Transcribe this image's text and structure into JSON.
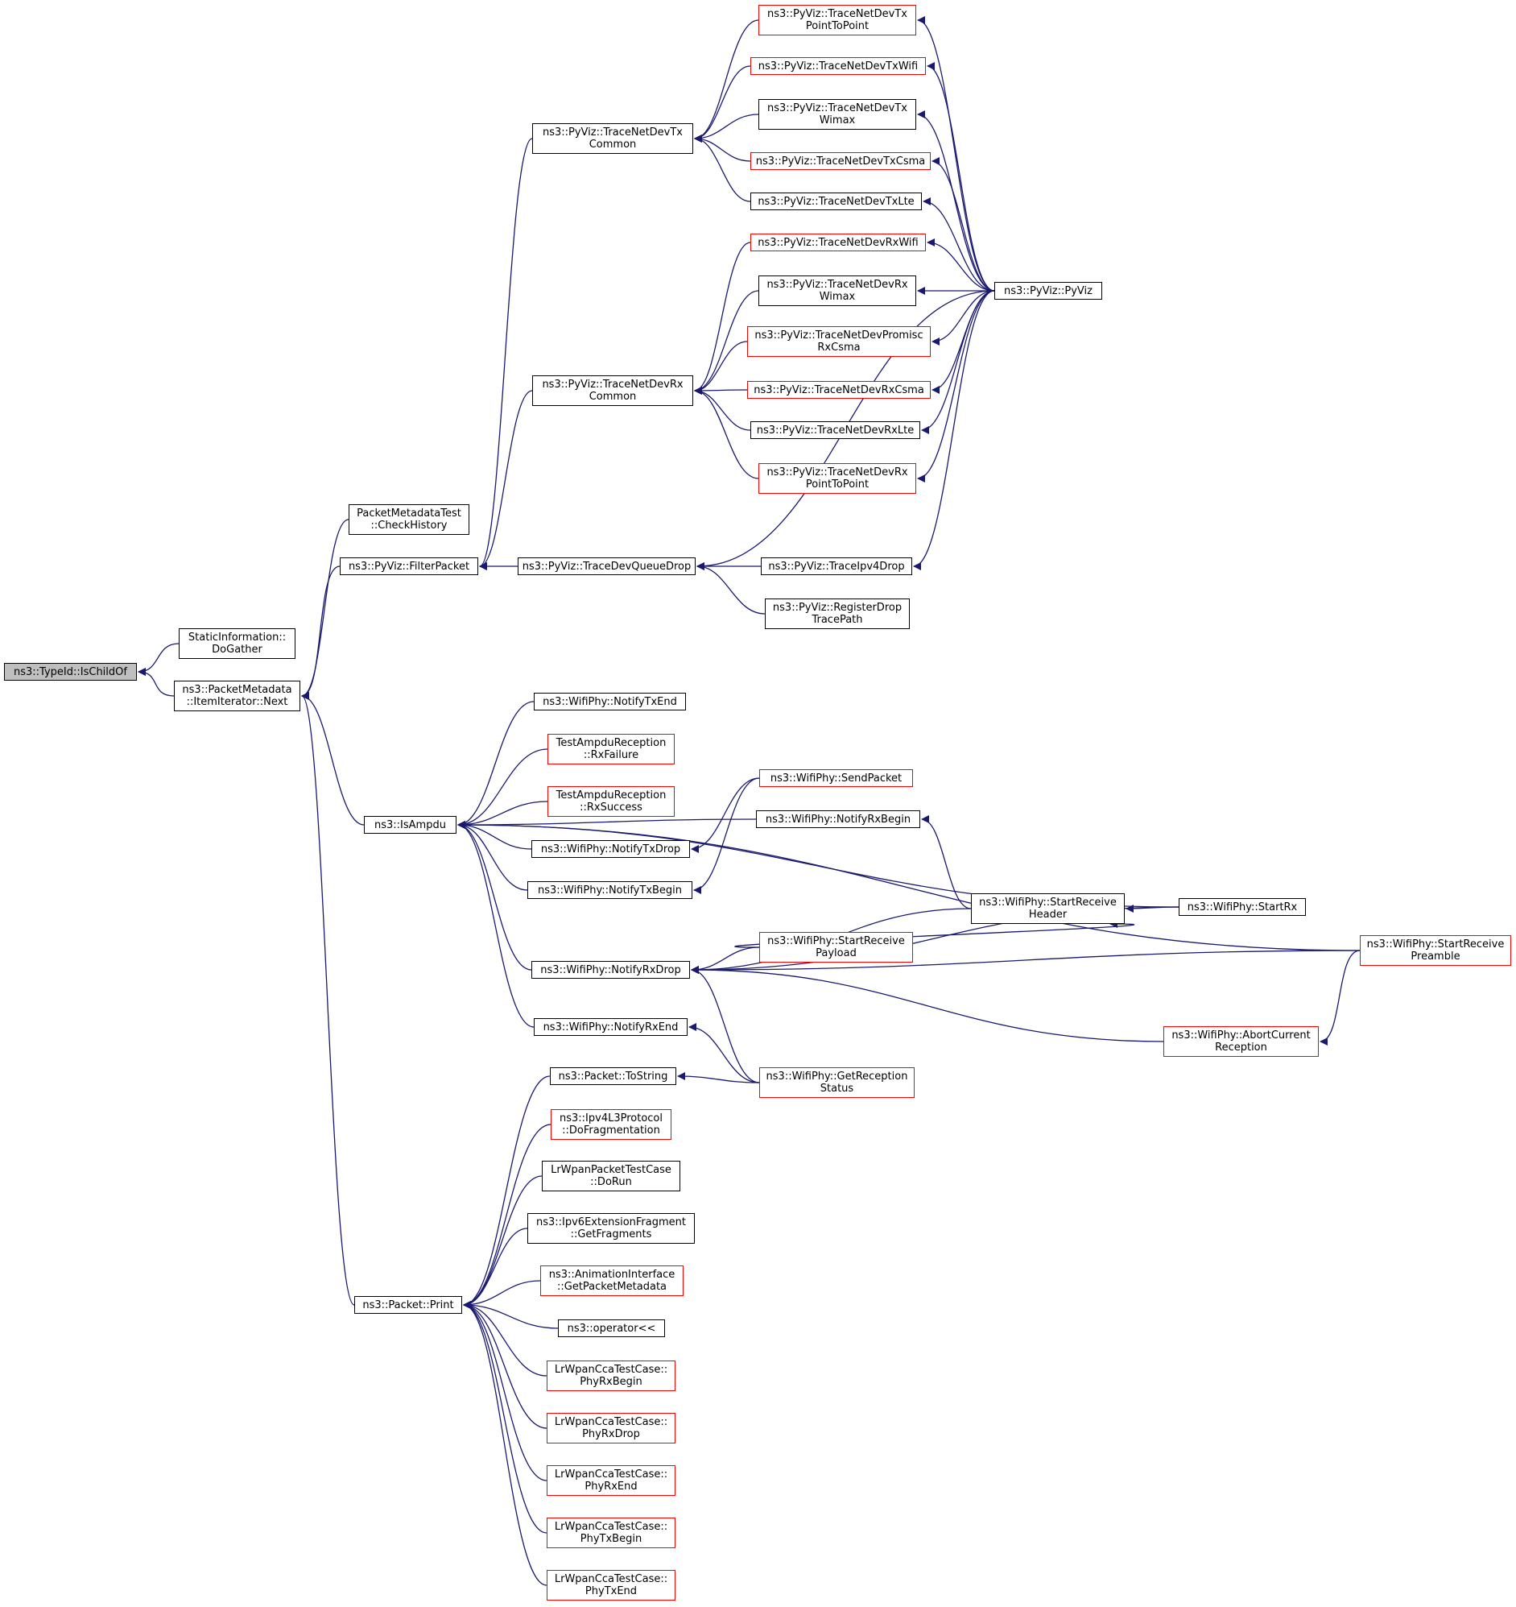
{
  "colors": {
    "edge": "#191970",
    "border": "#000000",
    "border_red": "#ff0000",
    "root_fill": "#bfbfbf"
  },
  "nodes": [
    {
      "id": "n0",
      "label": "ns3::TypeId::IsChildOf",
      "style": "root"
    },
    {
      "id": "n1",
      "label": "StaticInformation::\nDoGather",
      "style": "black"
    },
    {
      "id": "n2",
      "label": "ns3::PacketMetadata\n::ItemIterator::Next",
      "style": "black"
    },
    {
      "id": "n3",
      "label": "PacketMetadataTest\n::CheckHistory",
      "style": "black"
    },
    {
      "id": "n4",
      "label": "ns3::PyViz::FilterPacket",
      "style": "black"
    },
    {
      "id": "n5",
      "label": "ns3::IsAmpdu",
      "style": "black"
    },
    {
      "id": "n6",
      "label": "ns3::Packet::Print",
      "style": "black"
    },
    {
      "id": "n7",
      "label": "ns3::PyViz::TraceNetDevTx\nCommon",
      "style": "black"
    },
    {
      "id": "n8",
      "label": "ns3::PyViz::TraceNetDevRx\nCommon",
      "style": "black"
    },
    {
      "id": "n9",
      "label": "ns3::PyViz::TraceDevQueueDrop",
      "style": "black"
    },
    {
      "id": "n10",
      "label": "ns3::PyViz::TraceNetDevTx\nPointToPoint",
      "style": "red"
    },
    {
      "id": "n11",
      "label": "ns3::PyViz::TraceNetDevTxWifi",
      "style": "red"
    },
    {
      "id": "n12",
      "label": "ns3::PyViz::TraceNetDevTx\nWimax",
      "style": "black"
    },
    {
      "id": "n13",
      "label": "ns3::PyViz::TraceNetDevTxCsma",
      "style": "red"
    },
    {
      "id": "n14",
      "label": "ns3::PyViz::TraceNetDevTxLte",
      "style": "black"
    },
    {
      "id": "n15",
      "label": "ns3::PyViz::TraceNetDevRxWifi",
      "style": "red"
    },
    {
      "id": "n16",
      "label": "ns3::PyViz::TraceNetDevRx\nWimax",
      "style": "black"
    },
    {
      "id": "n17",
      "label": "ns3::PyViz::TraceNetDevPromisc\nRxCsma",
      "style": "red"
    },
    {
      "id": "n18",
      "label": "ns3::PyViz::TraceNetDevRxCsma",
      "style": "red"
    },
    {
      "id": "n19",
      "label": "ns3::PyViz::TraceNetDevRxLte",
      "style": "black"
    },
    {
      "id": "n20",
      "label": "ns3::PyViz::TraceNetDevRx\nPointToPoint",
      "style": "red"
    },
    {
      "id": "n21",
      "label": "ns3::PyViz::PyViz",
      "style": "black"
    },
    {
      "id": "n22",
      "label": "ns3::PyViz::TraceIpv4Drop",
      "style": "black"
    },
    {
      "id": "n23",
      "label": "ns3::PyViz::RegisterDrop\nTracePath",
      "style": "black"
    },
    {
      "id": "n24",
      "label": "ns3::WifiPhy::NotifyTxEnd",
      "style": "black"
    },
    {
      "id": "n25",
      "label": "TestAmpduReception\n::RxFailure",
      "style": "red"
    },
    {
      "id": "n26",
      "label": "TestAmpduReception\n::RxSuccess",
      "style": "red"
    },
    {
      "id": "n27",
      "label": "ns3::WifiPhy::NotifyTxDrop",
      "style": "black"
    },
    {
      "id": "n28",
      "label": "ns3::WifiPhy::NotifyTxBegin",
      "style": "black"
    },
    {
      "id": "n29",
      "label": "ns3::WifiPhy::NotifyRxDrop",
      "style": "black"
    },
    {
      "id": "n30",
      "label": "ns3::WifiPhy::NotifyRxEnd",
      "style": "black"
    },
    {
      "id": "n31",
      "label": "ns3::WifiPhy::SendPacket",
      "style": "red"
    },
    {
      "id": "n32",
      "label": "ns3::WifiPhy::NotifyRxBegin",
      "style": "black"
    },
    {
      "id": "n33",
      "label": "ns3::WifiPhy::StartReceive\nHeader",
      "style": "black"
    },
    {
      "id": "n34",
      "label": "ns3::WifiPhy::StartRx",
      "style": "black"
    },
    {
      "id": "n35",
      "label": "ns3::WifiPhy::StartReceive\nPreamble",
      "style": "red"
    },
    {
      "id": "n36",
      "label": "ns3::WifiPhy::StartReceive\nPayload",
      "style": "red"
    },
    {
      "id": "n37",
      "label": "ns3::WifiPhy::AbortCurrent\nReception",
      "style": "red"
    },
    {
      "id": "n38",
      "label": "ns3::WifiPhy::GetReception\nStatus",
      "style": "red"
    },
    {
      "id": "n39",
      "label": "ns3::Packet::ToString",
      "style": "black"
    },
    {
      "id": "n40",
      "label": "ns3::Ipv4L3Protocol\n::DoFragmentation",
      "style": "red"
    },
    {
      "id": "n41",
      "label": "LrWpanPacketTestCase\n::DoRun",
      "style": "black"
    },
    {
      "id": "n42",
      "label": "ns3::Ipv6ExtensionFragment\n::GetFragments",
      "style": "black"
    },
    {
      "id": "n43",
      "label": "ns3::AnimationInterface\n::GetPacketMetadata",
      "style": "red"
    },
    {
      "id": "n44",
      "label": "ns3::operator<<",
      "style": "black"
    },
    {
      "id": "n45",
      "label": "LrWpanCcaTestCase::\nPhyRxBegin",
      "style": "red"
    },
    {
      "id": "n46",
      "label": "LrWpanCcaTestCase::\nPhyRxDrop",
      "style": "red"
    },
    {
      "id": "n47",
      "label": "LrWpanCcaTestCase::\nPhyRxEnd",
      "style": "red"
    },
    {
      "id": "n48",
      "label": "LrWpanCcaTestCase::\nPhyTxBegin",
      "style": "red"
    },
    {
      "id": "n49",
      "label": "LrWpanCcaTestCase::\nPhyTxEnd",
      "style": "red"
    }
  ],
  "edges": [
    [
      "n1",
      "n0"
    ],
    [
      "n2",
      "n0"
    ],
    [
      "n3",
      "n2"
    ],
    [
      "n4",
      "n2"
    ],
    [
      "n5",
      "n2"
    ],
    [
      "n6",
      "n2"
    ],
    [
      "n7",
      "n4"
    ],
    [
      "n8",
      "n4"
    ],
    [
      "n9",
      "n4"
    ],
    [
      "n10",
      "n7"
    ],
    [
      "n11",
      "n7"
    ],
    [
      "n12",
      "n7"
    ],
    [
      "n13",
      "n7"
    ],
    [
      "n14",
      "n7"
    ],
    [
      "n15",
      "n8"
    ],
    [
      "n16",
      "n8"
    ],
    [
      "n17",
      "n8"
    ],
    [
      "n18",
      "n8"
    ],
    [
      "n19",
      "n8"
    ],
    [
      "n20",
      "n8"
    ],
    [
      "n21",
      "n9"
    ],
    [
      "n22",
      "n9"
    ],
    [
      "n23",
      "n9"
    ],
    [
      "n21",
      "n10"
    ],
    [
      "n21",
      "n11"
    ],
    [
      "n21",
      "n12"
    ],
    [
      "n21",
      "n13"
    ],
    [
      "n21",
      "n14"
    ],
    [
      "n21",
      "n15"
    ],
    [
      "n21",
      "n16"
    ],
    [
      "n21",
      "n17"
    ],
    [
      "n21",
      "n18"
    ],
    [
      "n21",
      "n19"
    ],
    [
      "n21",
      "n20"
    ],
    [
      "n21",
      "n22"
    ],
    [
      "n24",
      "n5"
    ],
    [
      "n25",
      "n5"
    ],
    [
      "n26",
      "n5"
    ],
    [
      "n27",
      "n5"
    ],
    [
      "n28",
      "n5"
    ],
    [
      "n29",
      "n5"
    ],
    [
      "n30",
      "n5"
    ],
    [
      "n35",
      "n5"
    ],
    [
      "n34",
      "n5"
    ],
    [
      "n32",
      "n5"
    ],
    [
      "n31",
      "n27"
    ],
    [
      "n31",
      "n28"
    ],
    [
      "n33",
      "n32"
    ],
    [
      "n34",
      "n33"
    ],
    [
      "n36",
      "n33"
    ],
    [
      "n33",
      "n29"
    ],
    [
      "n34",
      "n29"
    ],
    [
      "n35",
      "n29"
    ],
    [
      "n36",
      "n29"
    ],
    [
      "n37",
      "n29"
    ],
    [
      "n38",
      "n29"
    ],
    [
      "n35",
      "n37"
    ],
    [
      "n38",
      "n30"
    ],
    [
      "n38",
      "n39"
    ],
    [
      "n39",
      "n6"
    ],
    [
      "n40",
      "n6"
    ],
    [
      "n41",
      "n6"
    ],
    [
      "n42",
      "n6"
    ],
    [
      "n43",
      "n6"
    ],
    [
      "n44",
      "n6"
    ],
    [
      "n45",
      "n6"
    ],
    [
      "n46",
      "n6"
    ],
    [
      "n47",
      "n6"
    ],
    [
      "n48",
      "n6"
    ],
    [
      "n49",
      "n6"
    ]
  ]
}
